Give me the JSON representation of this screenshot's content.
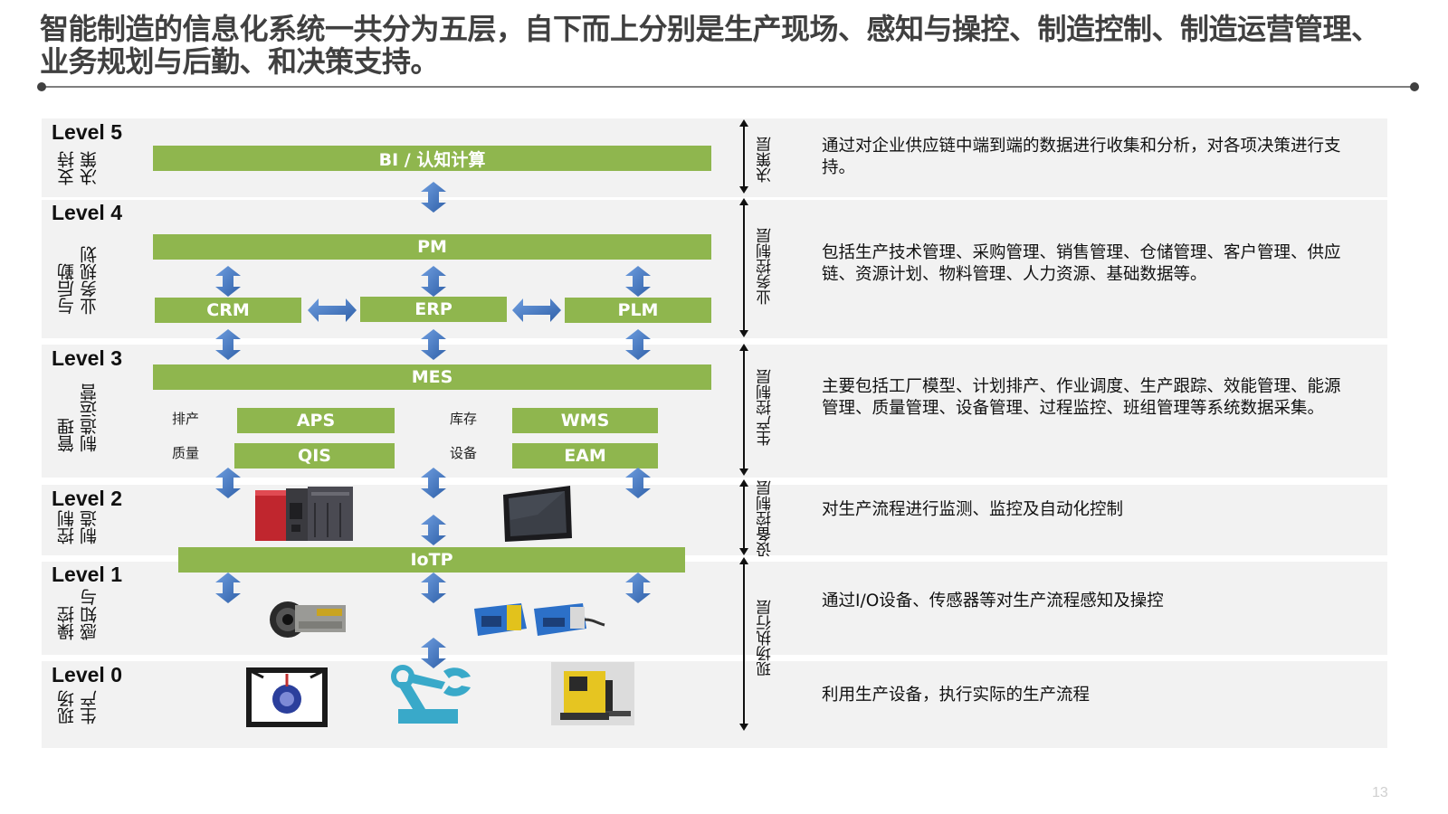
{
  "title": "智能制造的信息化系统一共分为五层，自下而上分别是生产现场、感知与操控、制造控制、制造运营管理、业务规划与后勤、和决策支持。",
  "levels": [
    {
      "level": "Level 5",
      "name": "决策\n支持",
      "side": "决策层",
      "desc": "通过对企业供应链中端到端的数据进行收集和分析，对各项决策进行支持。"
    },
    {
      "level": "Level 4",
      "name": "业务规划\n与后勤",
      "side": "业务控制层",
      "desc": "包括生产技术管理、采购管理、销售管理、仓储管理、客户管理、供应链、资源计划、物料管理、人力资源、基础数据等。"
    },
    {
      "level": "Level 3",
      "name": "制造运营\n管理",
      "side": "生产控制层",
      "desc": "主要包括工厂模型、计划排产、作业调度、生产跟踪、效能管理、能源管理、质量管理、设备管理、过程监控、班组管理等系统数据采集。"
    },
    {
      "level": "Level 2",
      "name": "制造\n控制",
      "side": "设备控制层",
      "desc": "对生产流程进行监测、监控及自动化控制"
    },
    {
      "level": "Level 1",
      "name": "感知与\n操控",
      "side": "现场执行层",
      "desc": "通过I/O设备、传感器等对生产流程感知及操控"
    },
    {
      "level": "Level 0",
      "name": "生产\n现场",
      "desc": "利用生产设备，执行实际的生产流程"
    }
  ],
  "systems": {
    "bi": "BI / 认知计算",
    "pm": "PM",
    "crm": "CRM",
    "erp": "ERP",
    "plm": "PLM",
    "mes": "MES",
    "aps": "APS",
    "wms": "WMS",
    "qis": "QIS",
    "eam": "EAM",
    "iotp": "IoTP"
  },
  "sublabels": {
    "scheduling": "排产",
    "inventory": "库存",
    "quality": "质量",
    "equipment": "设备"
  },
  "colors": {
    "bar_green": "#8fb64e",
    "arrow_blue": "#4a7fc1",
    "band_gray": "#f2f2f2"
  },
  "page_number": "13"
}
